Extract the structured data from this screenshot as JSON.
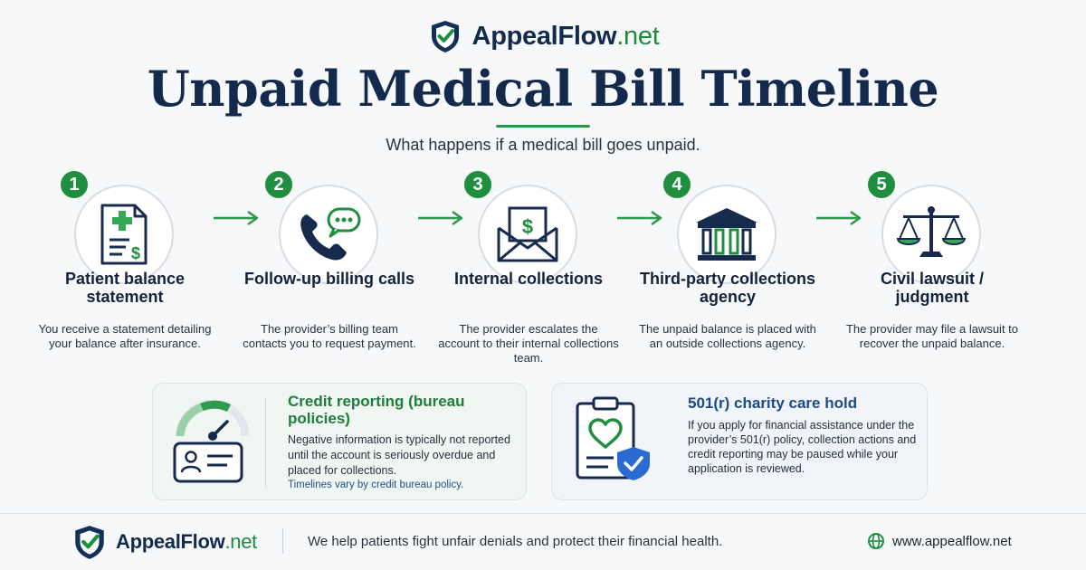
{
  "brand": {
    "name": "AppealFlow",
    "tld": ".net",
    "accent": "#1e8b3c",
    "navy": "#122a4c"
  },
  "title": "Unpaid Medical Bill Timeline",
  "subtitle": "What happens if a medical bill goes unpaid.",
  "steps": [
    {
      "number": "1",
      "title": "Patient balance statement",
      "desc": "You receive a statement detailing your balance after insurance.",
      "icon": "statement-icon"
    },
    {
      "number": "2",
      "title": "Follow-up billing calls",
      "desc": "The provider’s billing team contacts you to request payment.",
      "icon": "phone-chat-icon"
    },
    {
      "number": "3",
      "title": "Internal collections",
      "desc": "The provider escalates the account to their internal collections team.",
      "icon": "envelope-dollar-icon"
    },
    {
      "number": "4",
      "title": "Third-party collections agency",
      "desc": "The unpaid balance is placed with an outside collections agency.",
      "icon": "bank-icon"
    },
    {
      "number": "5",
      "title": "Civil lawsuit / judgment",
      "desc": "The provider may file a lawsuit to recover the unpaid balance.",
      "icon": "scales-icon"
    }
  ],
  "credit_card": {
    "title": "Credit reporting (bureau policies)",
    "body": "Negative information is typically not reported until the account is seriously overdue and placed for collections.",
    "note": "Timelines vary by credit bureau policy.",
    "icon": "credit-gauge-icon"
  },
  "charity_card": {
    "title": "501(r) charity care hold",
    "body": "If you apply for financial assistance under the provider’s 501(r) policy, collection actions and credit reporting may be paused while your application is reviewed.",
    "icon": "clipboard-shield-icon"
  },
  "footer": {
    "tagline": "We help patients fight unfair denials and protect their financial health.",
    "website": "www.appealflow.net"
  }
}
